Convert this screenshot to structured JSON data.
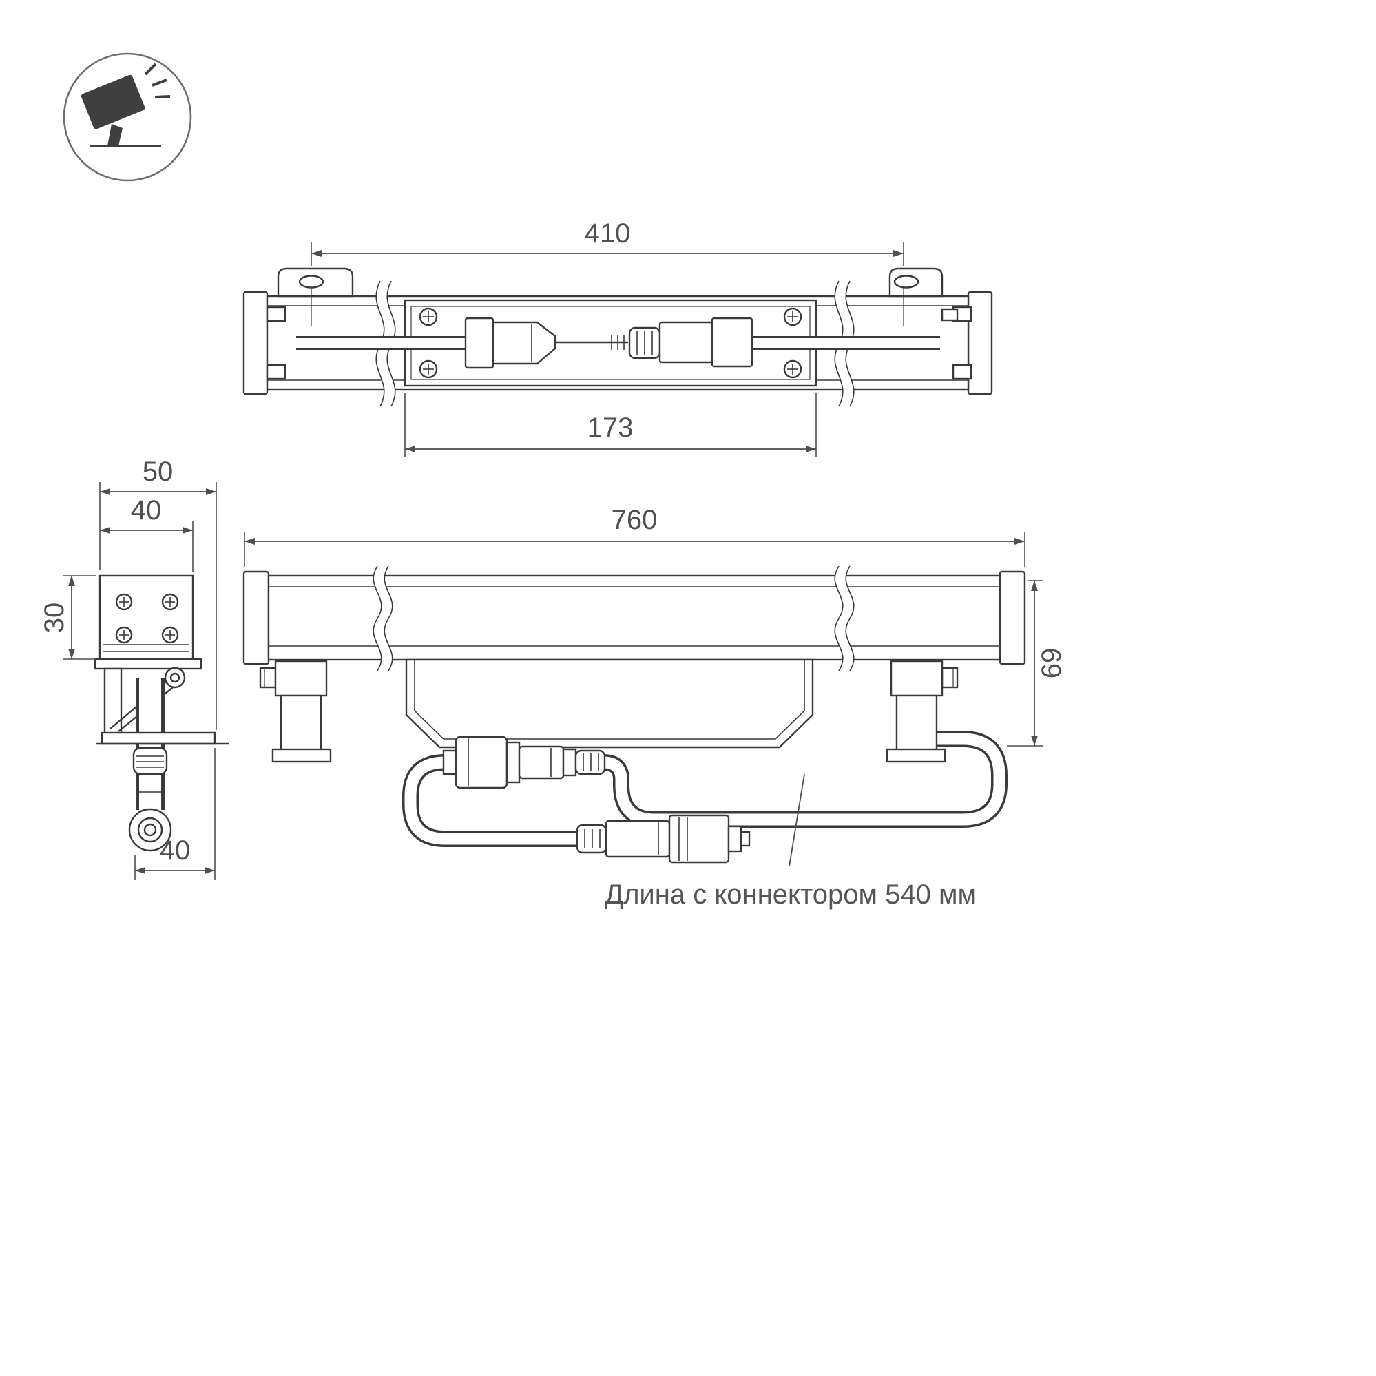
{
  "drawing": {
    "icon": {
      "name": "floodlight-icon"
    },
    "top_view": {
      "dim_overall": "410",
      "dim_inner": "173"
    },
    "side_view": {
      "dim_width_outer": "50",
      "dim_width_body": "40",
      "dim_height": "30",
      "dim_depth": "40"
    },
    "front_view": {
      "dim_length": "760",
      "dim_height": "69"
    },
    "note": "Длина с коннектором 540 мм"
  },
  "colors": {
    "line": "#3a3a3a",
    "dimension": "#4f4f4f",
    "text": "#555555",
    "background": "#ffffff"
  }
}
